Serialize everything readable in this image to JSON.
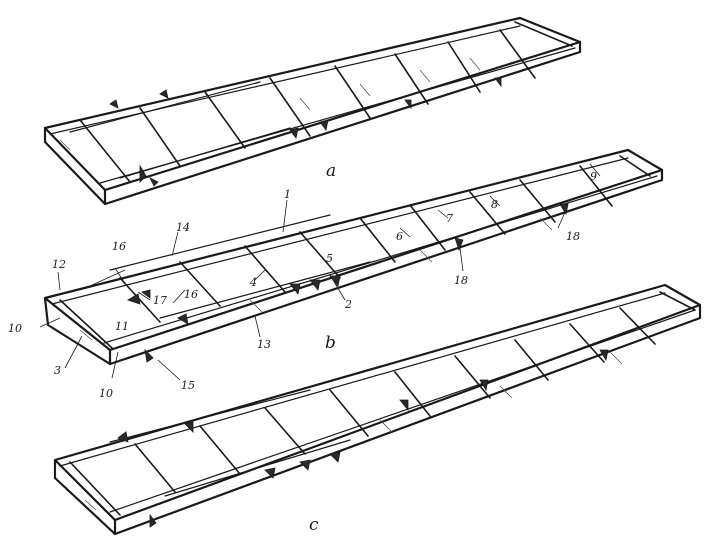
{
  "panels": [
    {
      "letter": "a"
    },
    {
      "letter": "b"
    },
    {
      "letter": "c"
    }
  ],
  "part_labels": [
    {
      "text": "1"
    },
    {
      "text": "2"
    },
    {
      "text": "3"
    },
    {
      "text": "4"
    },
    {
      "text": "5"
    },
    {
      "text": "6"
    },
    {
      "text": "7"
    },
    {
      "text": "8"
    },
    {
      "text": "9"
    },
    {
      "text": "10"
    },
    {
      "text": "10"
    },
    {
      "text": "11"
    },
    {
      "text": "12"
    },
    {
      "text": "13"
    },
    {
      "text": "14"
    },
    {
      "text": "15"
    },
    {
      "text": "16"
    },
    {
      "text": "16"
    },
    {
      "text": "17"
    },
    {
      "text": "18"
    },
    {
      "text": "18"
    }
  ]
}
